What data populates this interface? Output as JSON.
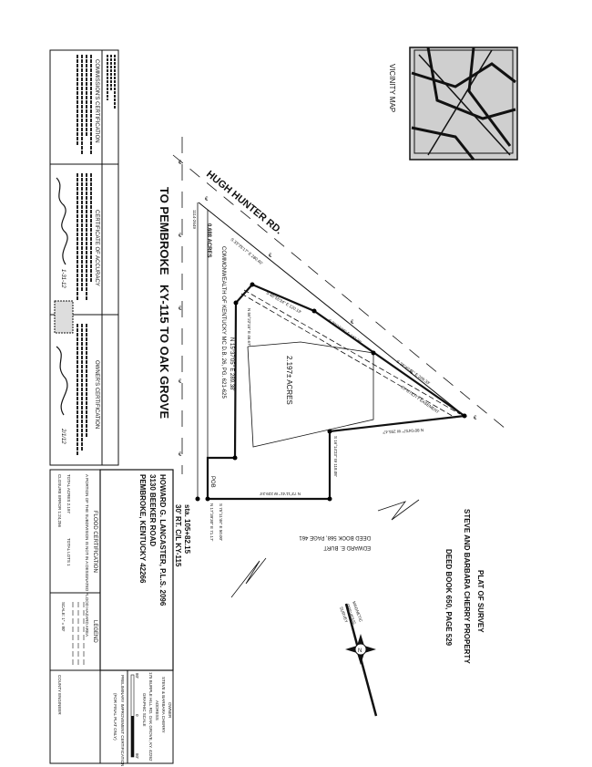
{
  "title": {
    "line1": "PLAT OF SURVEY",
    "line2": "STEVE AND BARBARA CHERRY PROPERTY",
    "line3": "DEED BOOK 650, PAGE 529"
  },
  "vicinity_map": {
    "label": "VICINITY MAP"
  },
  "road": {
    "name": "HUGH HUNTER RD.",
    "highway": "KY-115 TO OAK GROVE",
    "to_pembroke": "TO PEMBROKE",
    "centerline_symbol": "€"
  },
  "parcel": {
    "area": "2.197± ACRES",
    "adjacent_area": "0.688 ACRES",
    "adjacent_owner": "COMMONWEALTH OF KENTUCKY MC D.B. 26, PG. 621-625",
    "adjacent_id": "1114-2649",
    "neighbor": "EDWARD E. BURT",
    "neighbor_deed": "DEED BOOK 568, PAGE 461",
    "pob": "POB",
    "calls": [
      "S 33°25'17\" E 280.40'",
      "S 46°55'34\" E 120.13'",
      "S 39°15'05\" E 137.36'",
      "S 38°40'41\" E 209.33'",
      "N 80°04'57\" W 255.47'",
      "S 16°14'23\" W 118.08'",
      "N 73°11'41\" W 229.24'",
      "S 75°11'46\" E 50.00'",
      "N 17°39'30\" E 71.17'",
      "N 15°37'05\" E 289.38'",
      "N 56°22'15\" E 46.67'"
    ],
    "easement": "20' UTILITY EASEMENT"
  },
  "station": {
    "line1": "sta. 105+82.15",
    "line2": "30' RT. C/L KY-115"
  },
  "north_arrow": {
    "label1": "MAGNETIC",
    "label2": "PREVIOUS",
    "label3": "SURVEY",
    "glyph": "N"
  },
  "surveyor": {
    "name": "HOWARD G. LANCASTER, P.L.S. 2096",
    "address1": "3130 BEEKER ROAD",
    "address2": "PEMBROKE, KENTUCKY 42266"
  },
  "title_block": {
    "owner_label": "OWNER",
    "owner": "STEVE & BARBARA CHERRY",
    "address_label": "ADDRESS",
    "address": "175 BURPLE HILL RD. OAK GROVE, KY. 42262",
    "graphic_scale": "GRAPHIC SCALE",
    "scale_marks": [
      "80'",
      "0",
      "80'"
    ],
    "prelim_title": "PRELIMINARY IMPROVEMENT CERTIFICATION",
    "prelim_sub": "(FOR FINAL PLAT ONLY)",
    "county_engineer": "COUNTY ENGINEER",
    "flood_title": "FLOOD CERTIFICATION",
    "flood_text": "A PORTION OF THE SUBDIVISION IS NOT IN A DESIGNATED FLOOD HAZARD AREA",
    "total_acres": "TOTAL ACRES 2.197",
    "total_lots": "TOTAL LOTS 1",
    "closure": "CLOSURE ERROR 1:24,256",
    "legend_title": "LEGEND",
    "scale": "SCALE: 1\" = 80'"
  },
  "certifications": {
    "commission": "COMMISSION'S CERTIFICATION",
    "accuracy": "CERTIFICATE OF ACCURACY",
    "owner": "OWNER'S CERTIFICATION",
    "sig_date1": "1-31-12",
    "sig_date2": "2/1/12"
  }
}
